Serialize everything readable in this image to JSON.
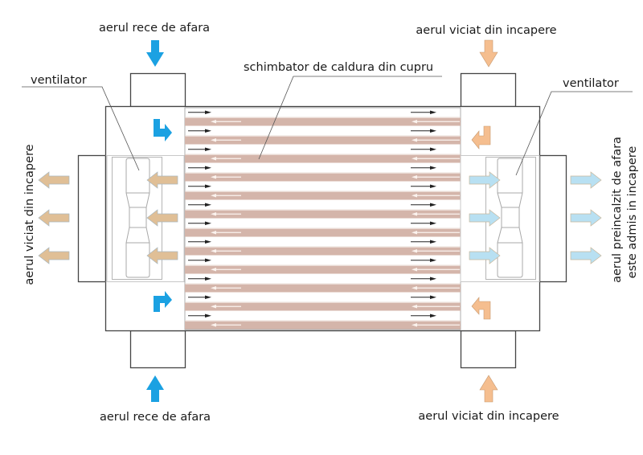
{
  "labels": {
    "top_left": "aerul rece de afara",
    "top_right": "aerul viciat din incapere",
    "bottom_left": "aerul rece de afara",
    "bottom_right": "aerul viciat din incapere",
    "exchanger": "schimbator de caldura din cupru",
    "fan_left": "ventilator",
    "fan_right": "ventilator",
    "side_left": "aerul viciat din incapere",
    "side_right_line1": "aerul preincalzit de afara",
    "side_right_line2": "este admis in incapere"
  },
  "exchanger": {
    "channel_pairs": 12,
    "material": "cupru"
  },
  "colors": {
    "cold_air": "#1ba1e2",
    "warm_exhaust": "#f5be8f",
    "exhaust_out": "#e0bf96",
    "preheated_air": "#b8e0f2",
    "copper_stripe": "#d4b5aa",
    "frame": "#444444",
    "fan_outline": "#aaaaaa"
  },
  "icons": {
    "cold_inlet": "arrow-down-icon",
    "cold_inlet_bottom": "arrow-up-icon",
    "turn_top_left": "turn-right-icon",
    "turn_bottom_left": "turn-right-up-icon",
    "turn_top_right": "turn-left-icon",
    "turn_bottom_right": "turn-left-up-icon",
    "flow_right": "arrow-right-icon",
    "flow_left": "arrow-left-icon"
  }
}
